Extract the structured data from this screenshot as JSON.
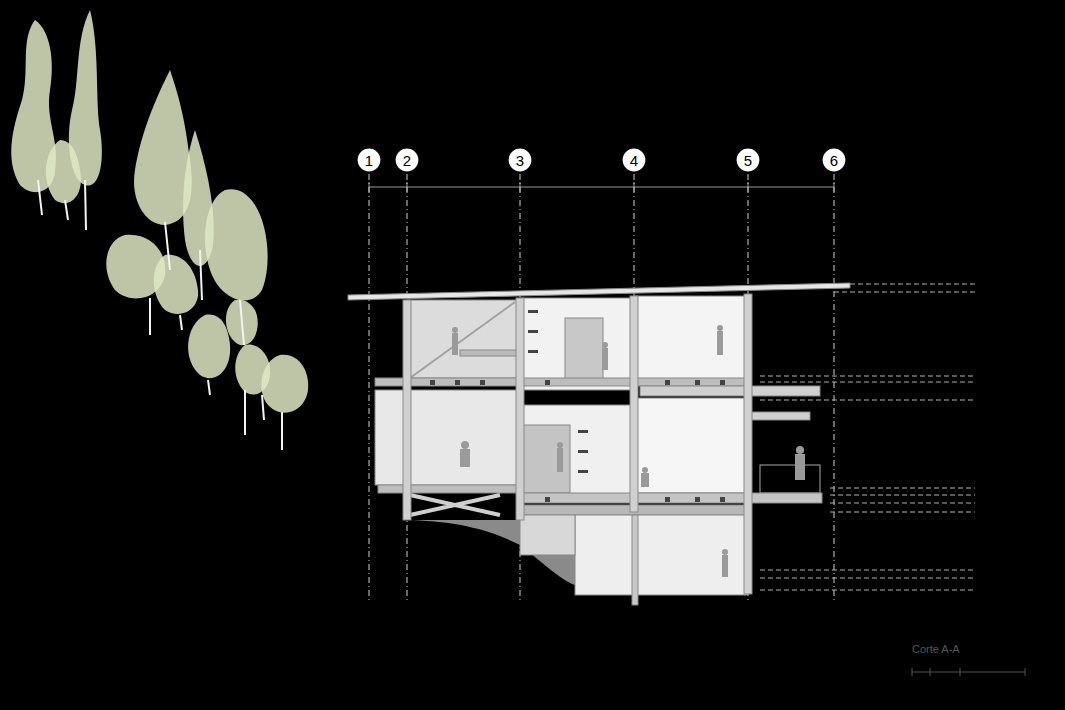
{
  "diagram": {
    "nodes": [
      {
        "text": [
          "1"
        ]
      },
      {
        "text": [
          "2"
        ]
      },
      {
        "text": [
          "3"
        ]
      },
      {
        "text": [
          "4"
        ]
      },
      {
        "text": [
          "5"
        ]
      },
      {
        "text": [
          "6"
        ]
      }
    ],
    "labels": [
      "Corte A-A"
    ]
  }
}
